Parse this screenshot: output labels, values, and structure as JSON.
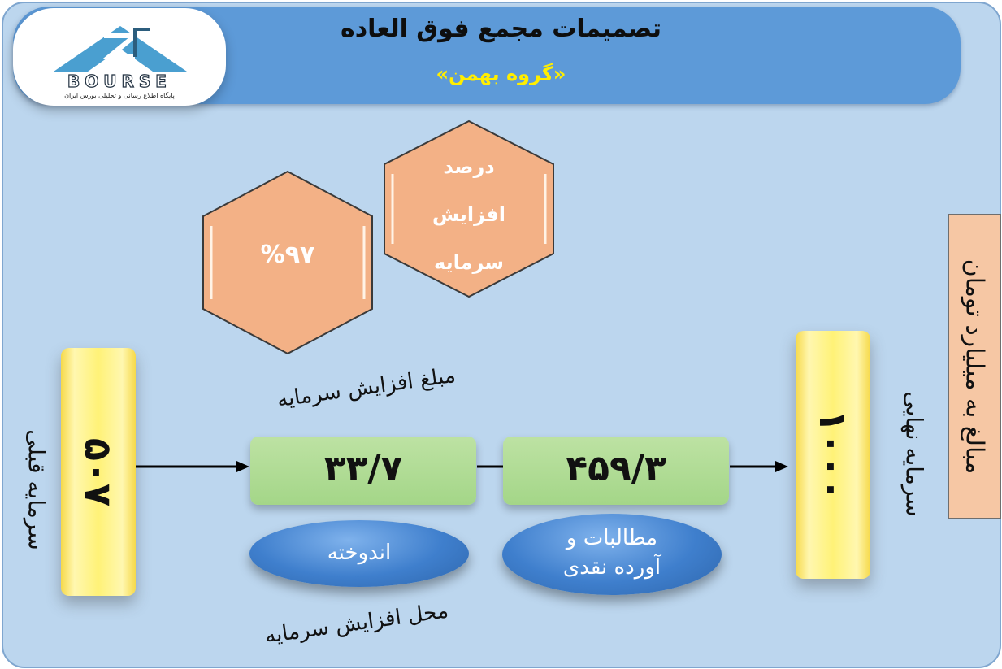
{
  "header": {
    "title": "تصمیمات مجمع فوق العاده",
    "subtitle": "«گروه بهمن»"
  },
  "logo": {
    "brand": "BOURSE",
    "tagline": "پایگاه اطلاع رسانی و تحلیلی بورس ایران"
  },
  "hexagons": {
    "percent_value": "%۹۷",
    "percent_label_lines": [
      "درصد",
      "افزایش",
      "سرمایه"
    ]
  },
  "flow": {
    "before_value": "۵۰۷",
    "before_label": "سرمایه قبلی",
    "after_value": "۱۰۰۰",
    "after_label": "سرمایه نهایی",
    "amount_caption": "مبلغ افزایش سرمایه",
    "source_caption": "محل افزایش سرمایه",
    "sources": [
      {
        "value": "۳۳/۷",
        "label_lines": [
          "اندوخته"
        ]
      },
      {
        "value": "۴۵۹/۳",
        "label_lines": [
          "مطالبات و",
          "آورده نقدی"
        ]
      }
    ]
  },
  "unit_note": "مبالغ به میلیارد تومان",
  "colors": {
    "background": "#bcd6ee",
    "header": "#5d9ad8",
    "subtitle": "#ffee00",
    "hexagon": "#f3b186",
    "green_box": "#a9d98f",
    "yellow_bar": "#fff277",
    "oval": "#3f7fcd",
    "note_box": "#f6c7a4"
  }
}
